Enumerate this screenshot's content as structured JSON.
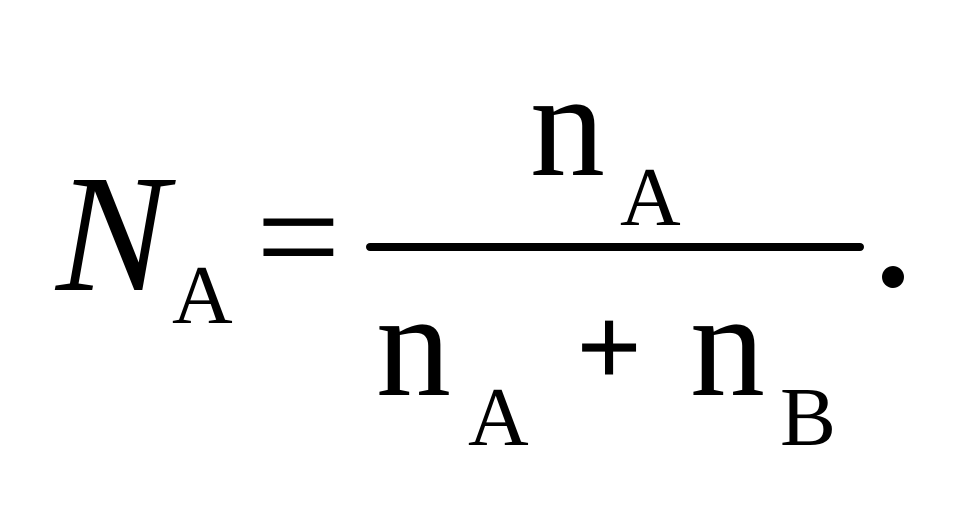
{
  "formula": {
    "lhs": {
      "variable": "N",
      "subscript": "A"
    },
    "relation": "=",
    "fraction": {
      "numerator": {
        "variable": "n",
        "subscript": "A"
      },
      "denominator": {
        "term1": {
          "variable": "n",
          "subscript": "A"
        },
        "operator": "+",
        "term2": {
          "variable": "n",
          "subscript": "B"
        }
      }
    },
    "terminator": "."
  }
}
